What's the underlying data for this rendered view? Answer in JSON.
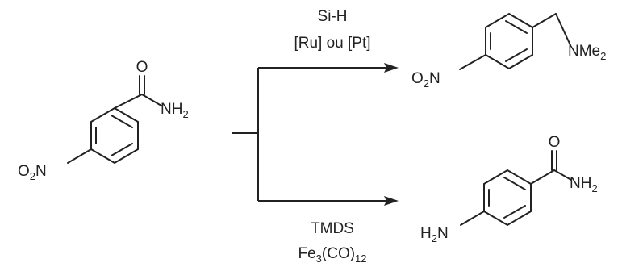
{
  "reactant": {
    "carbonyl_o": "O",
    "amide_nh": "NH",
    "amide_sub": "2",
    "nitro_o": "O",
    "nitro_sub": "2",
    "nitro_n": "N"
  },
  "upper_path": {
    "reagent": "Si-H",
    "catalyst": "[Ru] ou [Pt]",
    "product": {
      "amine_n": "NMe",
      "amine_sub": "2",
      "nitro_o": "O",
      "nitro_sub": "2",
      "nitro_n": "N"
    }
  },
  "lower_path": {
    "reagent": "TMDS",
    "catalyst_main": "Fe",
    "catalyst_sub1": "3",
    "catalyst_mid": "(CO)",
    "catalyst_sub2": "12",
    "product": {
      "carbonyl_o": "O",
      "amide_nh": "NH",
      "amide_sub": "2",
      "amine_h": "H",
      "amine_sub": "2",
      "amine_n": "N"
    }
  }
}
